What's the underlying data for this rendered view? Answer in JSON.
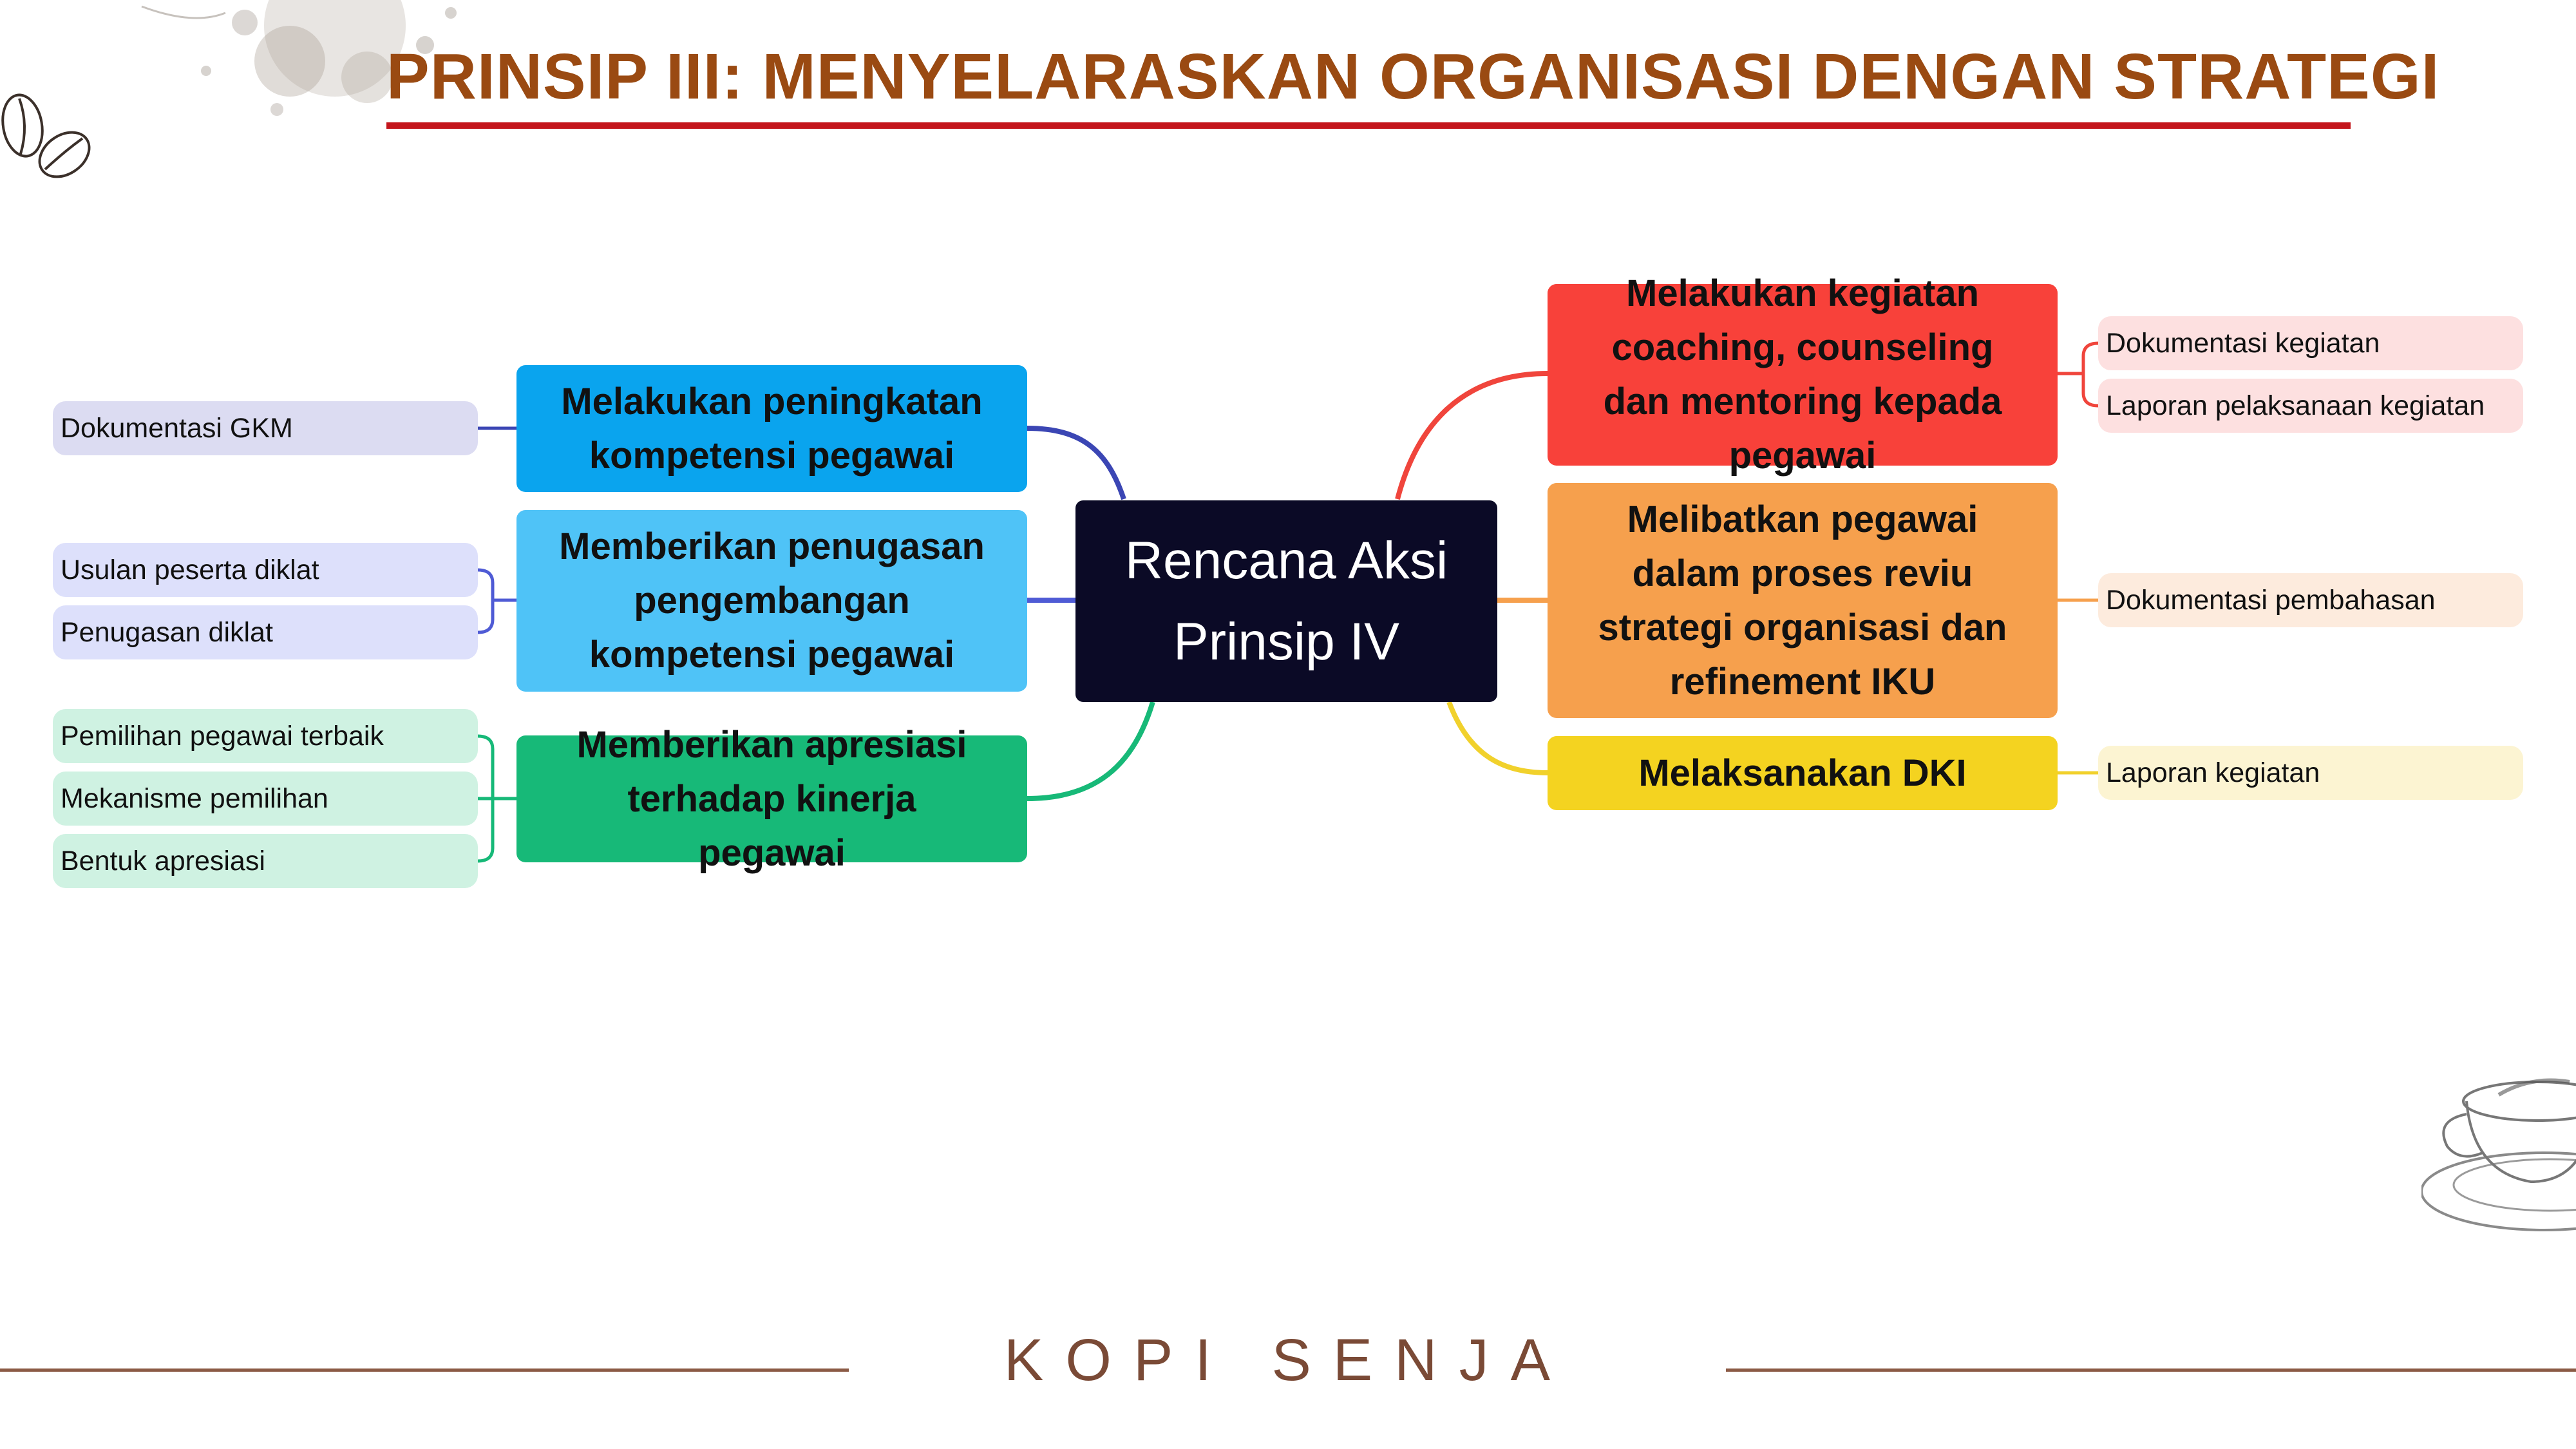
{
  "header": {
    "title": "PRINSIP III: MENYELARASKAN ORGANISASI DENGAN STRATEGI"
  },
  "mindmap": {
    "center": {
      "line1": "Rencana Aksi",
      "line2": "Prinsip IV",
      "color": "#0b0a26"
    },
    "left_branches": [
      {
        "label": "Melakukan peningkatan kompetensi pegawai",
        "color": "#0aa4ee",
        "line_color": "#3b46b4",
        "children": [
          "Dokumentasi GKM"
        ],
        "child_color": "#dcdcf2"
      },
      {
        "label": "Memberikan penugasan pengembangan kompetensi pegawai",
        "color": "#4fc3f7",
        "line_color": "#4f5bd5",
        "children": [
          "Usulan peserta diklat",
          "Penugasan diklat"
        ],
        "child_color": "#dde0fb"
      },
      {
        "label": "Memberikan apresiasi terhadap kinerja pegawai",
        "color": "#17b978",
        "line_color": "#17b978",
        "children": [
          "Pemilihan pegawai terbaik",
          "Mekanisme pemilihan",
          "Bentuk apresiasi"
        ],
        "child_color": "#cff2e2"
      }
    ],
    "right_branches": [
      {
        "label": "Melakukan kegiatan coaching, counseling dan mentoring kepada pegawai",
        "color": "#f8413a",
        "line_color": "#f0453c",
        "children": [
          "Dokumentasi kegiatan",
          "Laporan pelaksanaan kegiatan"
        ],
        "child_color": "#fde0e0"
      },
      {
        "label": "Melibatkan pegawai dalam proses reviu strategi organisasi dan refinement IKU",
        "color": "#f6a04d",
        "line_color": "#f6a04d",
        "children": [
          "Dokumentasi pembahasan"
        ],
        "child_color": "#fdebdd"
      },
      {
        "label": "Melaksanakan DKI",
        "color": "#f4d320",
        "line_color": "#f1d12c",
        "children": [
          "Laporan kegiatan"
        ],
        "child_color": "#fcf4d2"
      }
    ]
  },
  "footer": {
    "brand": "KOPI SENJA",
    "rule_color": "#8b5a45"
  },
  "icons": [
    "coffee-stain-icon",
    "coffee-beans-icon",
    "coffee-cup-icon"
  ]
}
